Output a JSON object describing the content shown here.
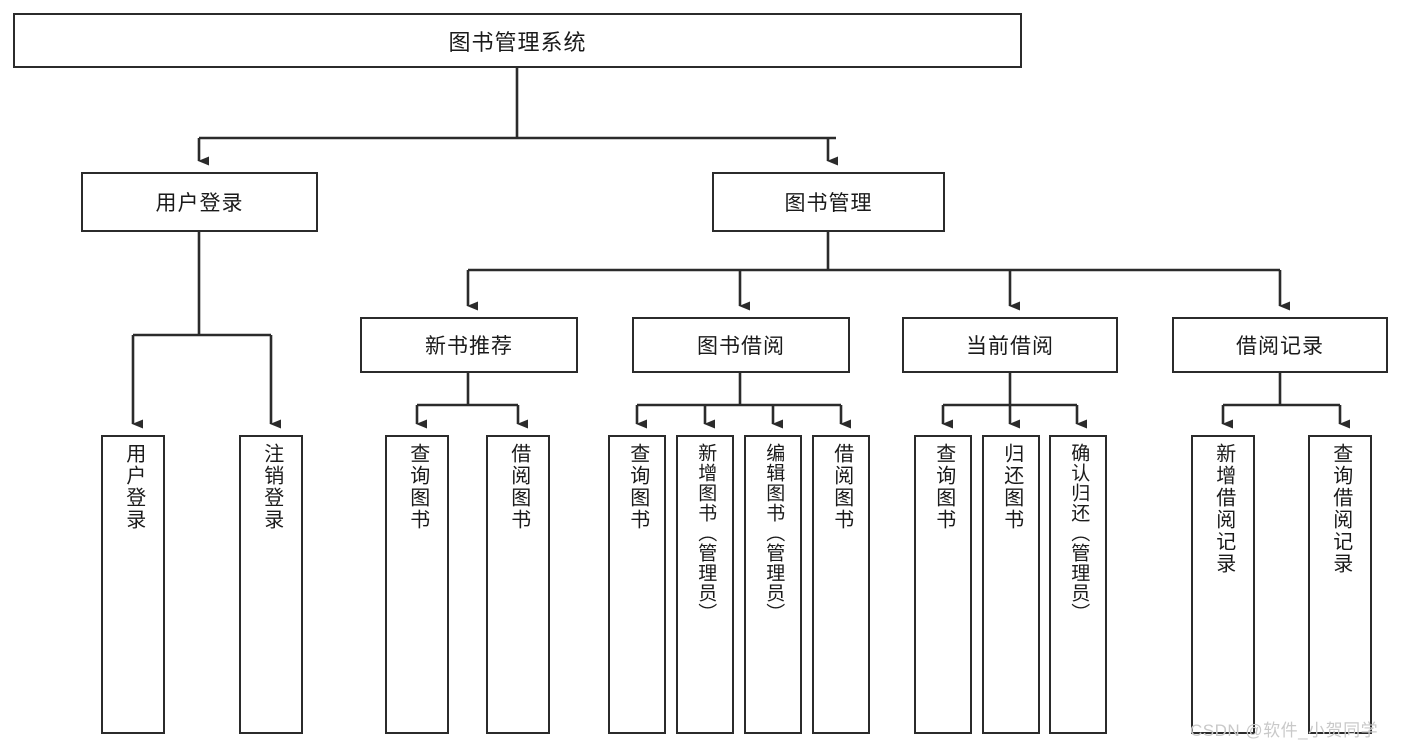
{
  "diagram": {
    "title": "图书管理系统",
    "type": "hierarchy-tree",
    "root": {
      "label": "图书管理系统"
    },
    "level2": [
      {
        "label": "用户登录"
      },
      {
        "label": "图书管理"
      }
    ],
    "level3": [
      {
        "label": "新书推荐"
      },
      {
        "label": "图书借阅"
      },
      {
        "label": "当前借阅"
      },
      {
        "label": "借阅记录"
      }
    ],
    "leaves": {
      "user_login": [
        {
          "label": "用户登录"
        },
        {
          "label": "注销登录"
        }
      ],
      "new_book_recommend": [
        {
          "label": "查询图书"
        },
        {
          "label": "借阅图书"
        }
      ],
      "book_borrow": [
        {
          "label": "查询图书"
        },
        {
          "label": "新增图书（管理员）"
        },
        {
          "label": "编辑图书（管理员）"
        },
        {
          "label": "借阅图书"
        }
      ],
      "current_borrow": [
        {
          "label": "查询图书"
        },
        {
          "label": "归还图书"
        },
        {
          "label": "确认归还（管理员）"
        }
      ],
      "borrow_record": [
        {
          "label": "新增借阅记录"
        },
        {
          "label": "查询借阅记录"
        }
      ]
    }
  },
  "watermark": {
    "text": "CSDN @软件_小贺同学"
  },
  "colors": {
    "border": "#2b2b2b",
    "text": "#1a1a1a",
    "background": "#ffffff",
    "watermark": "#c9c9c9"
  }
}
